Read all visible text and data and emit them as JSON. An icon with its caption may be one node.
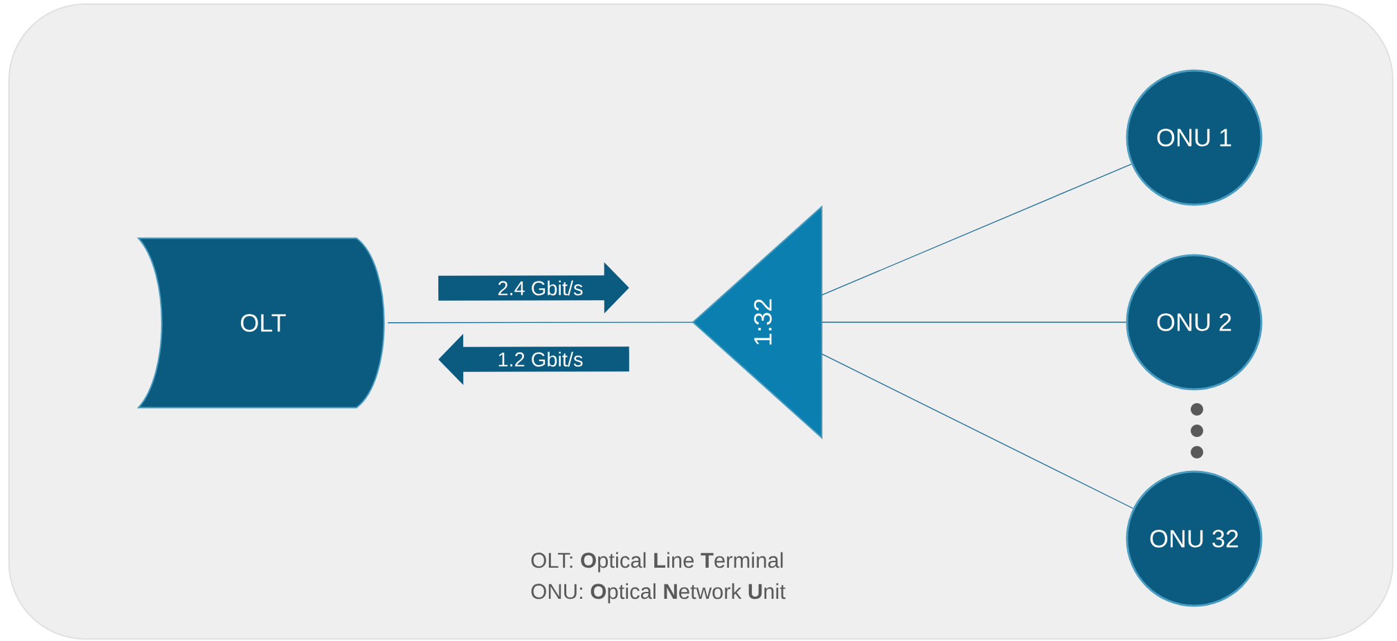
{
  "diagram": {
    "nodes": [
      {
        "text": [
          "OLT"
        ]
      },
      {
        "text": [
          "1:32"
        ]
      },
      {
        "text": [
          "ONU 1"
        ]
      },
      {
        "text": [
          "ONU 2"
        ]
      },
      {
        "text": [
          "ONU 32"
        ]
      }
    ],
    "edges": [
      {
        "from": 0,
        "to": 1,
        "arrow": "none"
      },
      {
        "from": 1,
        "to": 2,
        "arrow": "none"
      },
      {
        "from": 1,
        "to": 3,
        "arrow": "none"
      },
      {
        "from": 1,
        "to": 4,
        "arrow": "none"
      },
      {
        "from": 0,
        "to": 1,
        "arrow": "to",
        "label": "2.4 Gbit/s",
        "style": "thick"
      },
      {
        "from": 1,
        "to": 0,
        "arrow": "to",
        "label": "1.2 Gbit/s",
        "style": "thick"
      }
    ],
    "labels": [
      "OLT:   **O**ptical **L**ine **T**erminal",
      "ONU: **O**ptical **N**etwork **U**nit"
    ]
  }
}
